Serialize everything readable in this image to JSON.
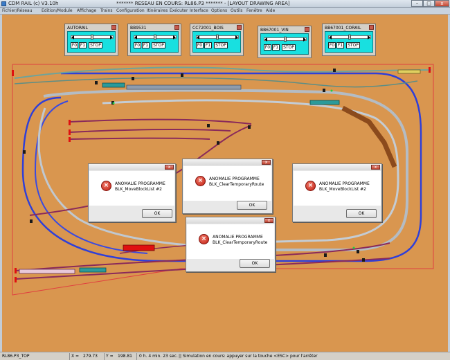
{
  "window": {
    "app_title": "CDM RAIL (c) V3.10h",
    "doc_title": "******* RESEAU EN COURS: RL86.P3 ******* - [LAYOUT DRAWING AREA]",
    "min_label": "–",
    "max_label": "□",
    "close_label": "x"
  },
  "menu": [
    "Fichier/Réseau",
    "Edition/Module",
    "Affichage",
    "Trains",
    "Configuration",
    "Itinéraires",
    "Exécuter",
    "Interface",
    "Options",
    "Outils",
    "Fenêtre",
    "Aide"
  ],
  "throttles": [
    {
      "name": "AUTORAIL",
      "f0": "F0",
      "f1": "F1",
      "stop": "STOP",
      "speed": 0.0
    },
    {
      "name": "BB9531",
      "f0": "F0",
      "f1": "F1",
      "stop": "STOP",
      "speed": 0.0
    },
    {
      "name": "CC72001_BOIS",
      "f0": "F0",
      "f1": "F1",
      "stop": "STOP",
      "speed": 0.0
    },
    {
      "name": "BB67001_VIN",
      "f0": "F0",
      "f1": "F1",
      "stop": "STOP",
      "speed": 0.5
    },
    {
      "name": "BB67001_CORAIL",
      "f0": "F0",
      "f1": "F1",
      "stop": "STOP",
      "speed": 0.0
    }
  ],
  "dialogs": [
    {
      "title": "ANOMALIE PROGRAMME",
      "message": "BLK_MoveBlockList #2",
      "ok": "OK",
      "close": "x"
    },
    {
      "title": "ANOMALIE PROGRAMME",
      "message": "BLK_ClearTemporaryRoute",
      "ok": "OK",
      "close": "x"
    },
    {
      "title": "ANOMALIE PROGRAMME",
      "message": "BLK_MoveBlockList #2",
      "ok": "OK",
      "close": "x"
    },
    {
      "title": "ANOMALIE PROGRAMME",
      "message": "BLK_ClearTemporaryRoute",
      "ok": "OK",
      "close": "x"
    }
  ],
  "status": {
    "layout": "RL86.P3_TOP",
    "x_label": "X =",
    "x_value": "279.73",
    "y_label": "Y =",
    "y_value": "198.81",
    "time": "0 h. 4 min. 23 sec.",
    "message": "|| Simulation en cours: appuyer sur la touche <ESC> pour l'arrêter"
  },
  "colors": {
    "background": "#d9964f",
    "throttle_panel": "#18e0e0",
    "track_blue": "#2f3fd8",
    "track_grey": "#b4bcc4",
    "track_purple": "#8a2a5a",
    "track_green": "#6fa39a",
    "train_cyan": "#2b9a9a",
    "train_brown": "#8b4a1c",
    "train_red": "#e01010",
    "boundary_red": "#e04040"
  }
}
